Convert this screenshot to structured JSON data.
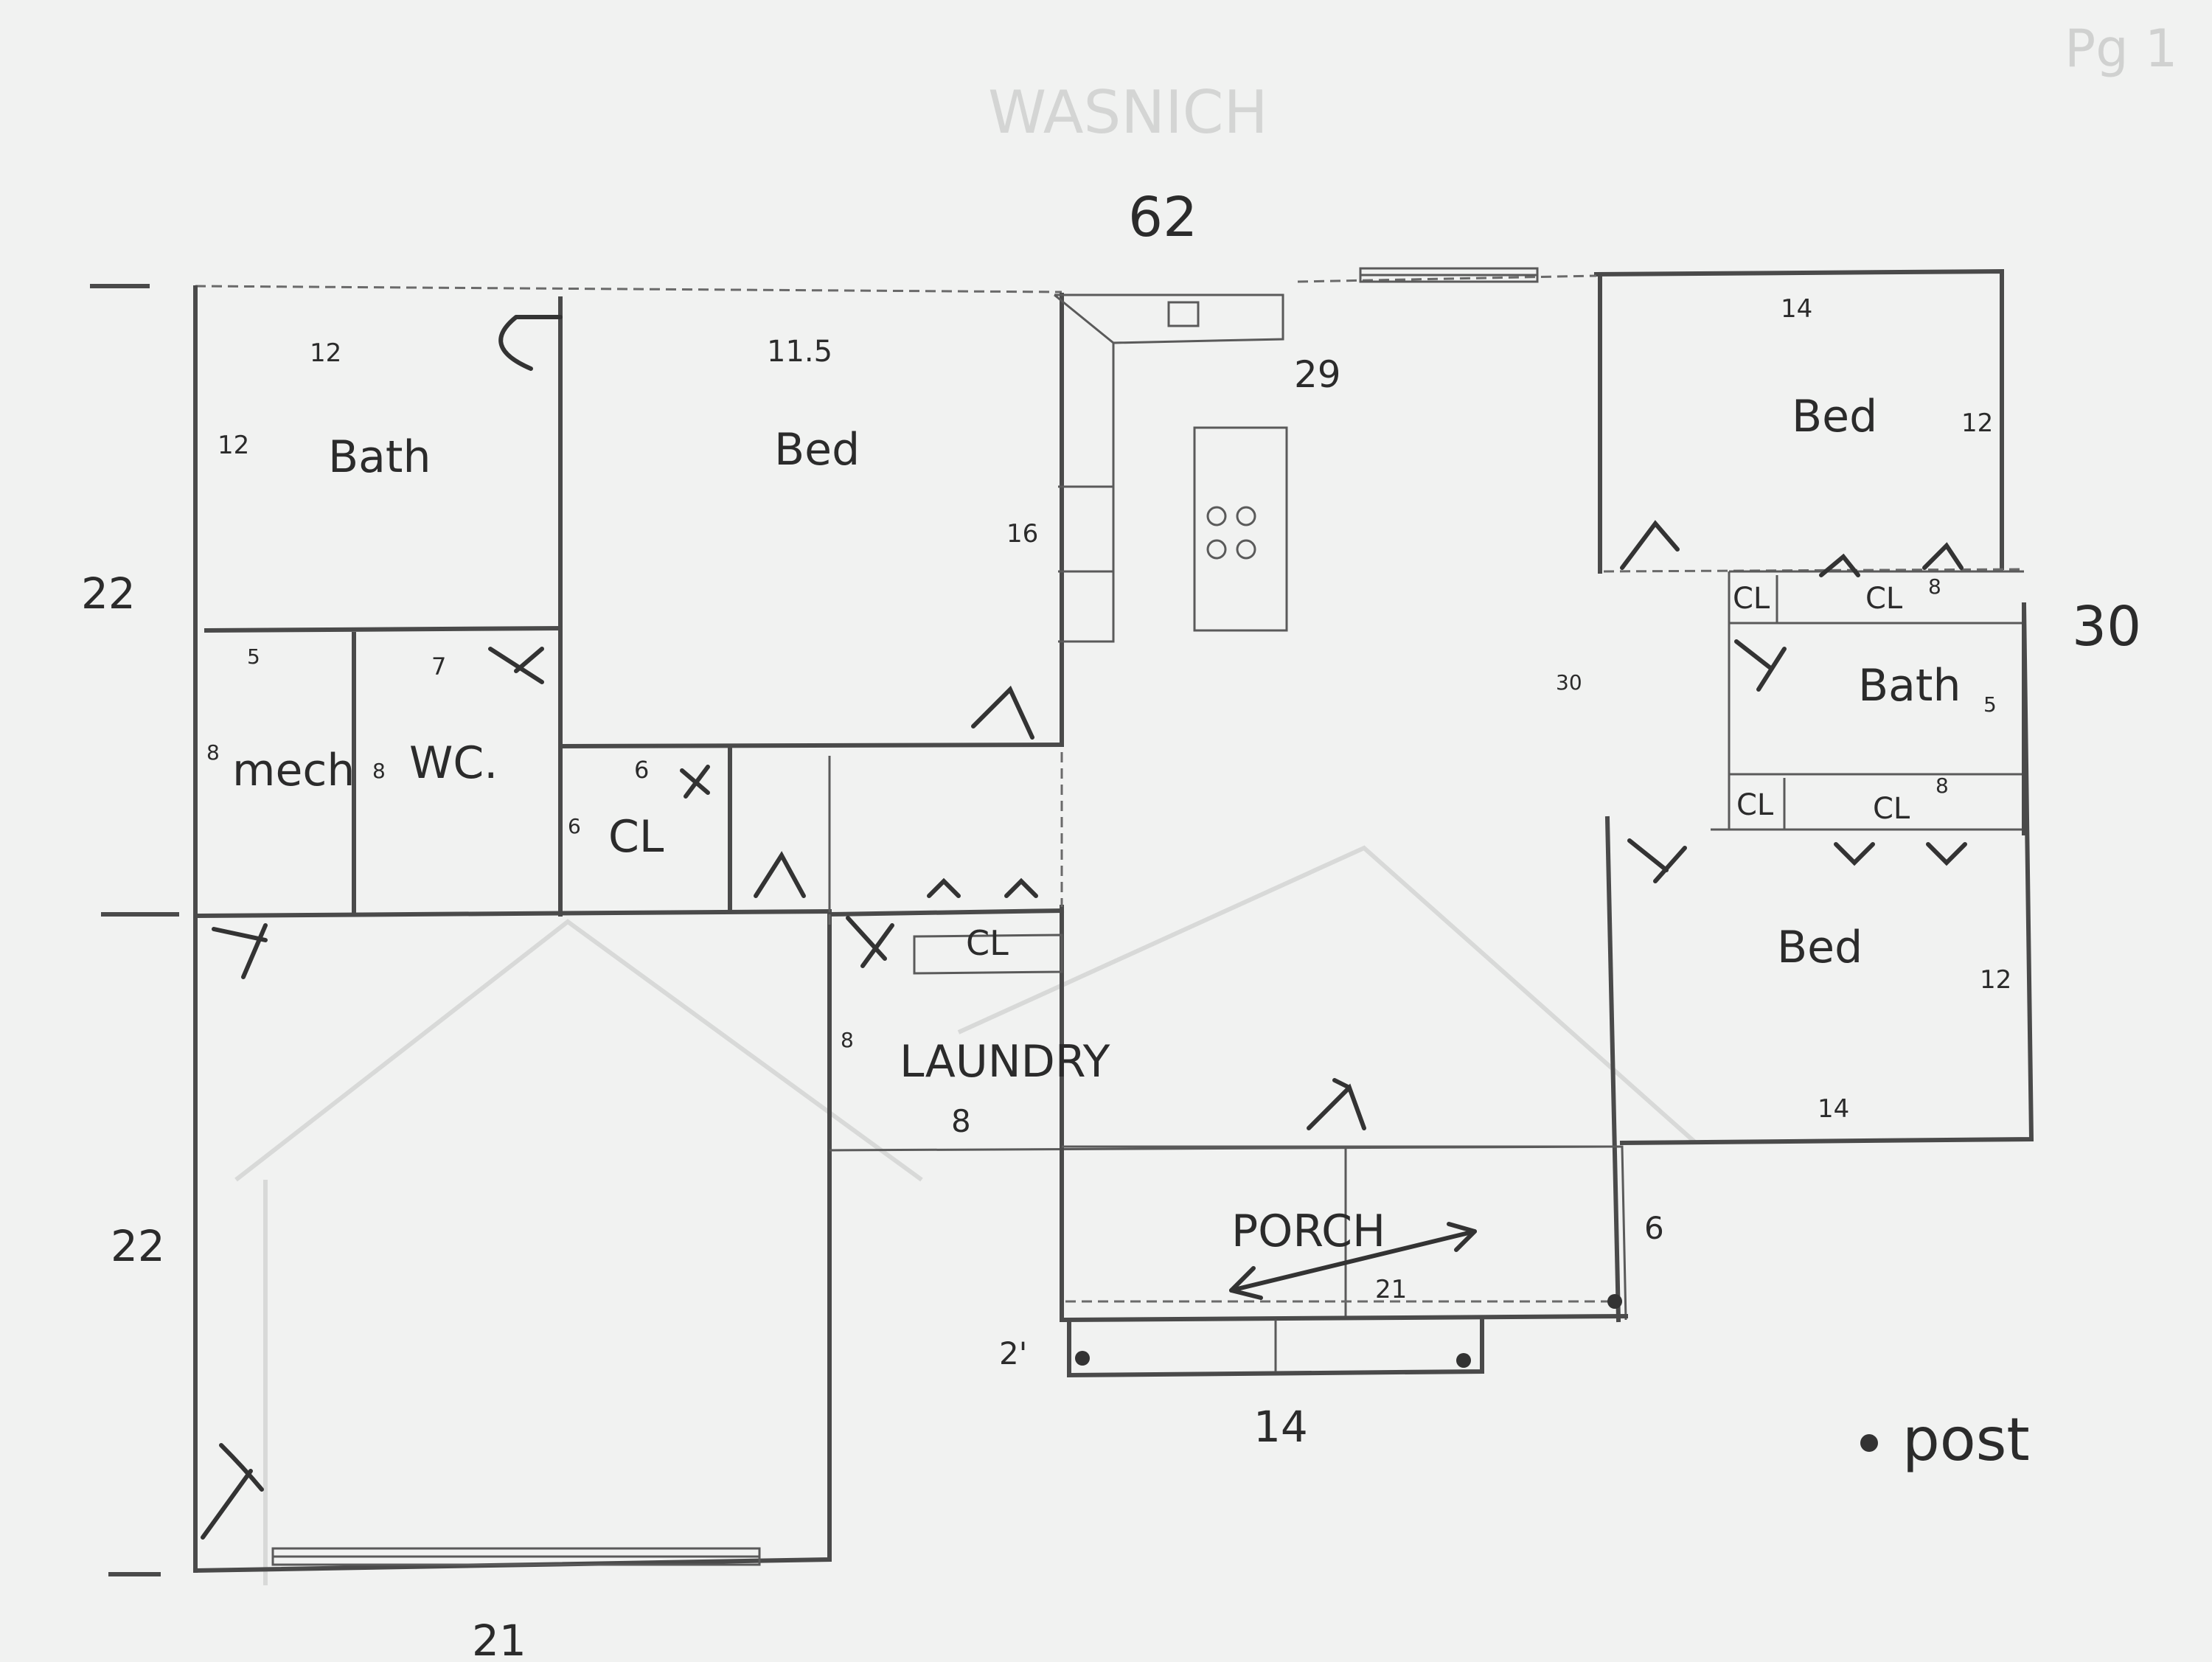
{
  "plan": {
    "faint_header": "WASNICH",
    "page_mark": "Pg 1",
    "rooms": {
      "bath_main": "Bath",
      "bed_center": "Bed",
      "bed_top_right": "Bed",
      "bath_right": "Bath",
      "bed_bottom_right": "Bed",
      "mech": "mech",
      "wc": "WC.",
      "closet": "CL",
      "laundry": "LAUNDRY",
      "laundry_closet": "CL",
      "porch": "PORCH",
      "closet_right_top_small": "CL",
      "closet_right_top_wide": "CL",
      "closet_right_bottom_small": "CL",
      "closet_right_bottom_wide": "CL"
    },
    "dimensions": {
      "overall_width": "62",
      "overall_depth": "30",
      "left_upper": "22",
      "left_lower": "22",
      "bottom_width": "21",
      "bath_width": "12",
      "bath_depth": "12",
      "bed_center_width": "11.5",
      "kitchen_width": "29",
      "kitchen_depth": "16",
      "bed_tr_width": "14",
      "bed_tr_depth": "12",
      "bed_br_width": "14",
      "bed_br_depth": "12",
      "mech_width": "5",
      "mech_depth": "8",
      "wc_width": "7",
      "wc_depth": "8",
      "cl_width": "6",
      "cl_depth": "6",
      "laundry_width": "8",
      "laundry_depth": "8",
      "porch_width": "21",
      "porch_depth": "6",
      "steps_width": "14",
      "steps_depth": "2'",
      "cl_right_top": "8",
      "cl_right_bottom": "8",
      "bath_right_depth": "5",
      "hall_depth": "30"
    },
    "legend": {
      "post": "post"
    }
  }
}
